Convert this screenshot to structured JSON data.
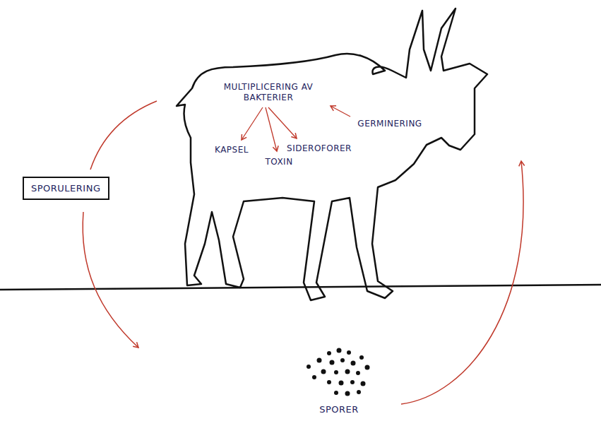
{
  "diagram": {
    "nodes": [
      {
        "text": [
          "MULTIPLICERING AV BAKTERIER",
          "KAPSEL",
          "SIDEROFORER",
          "TOXIN",
          "GERMINERING"
        ]
      },
      {
        "text": [
          "SPORULERING"
        ]
      }
    ],
    "labels": [
      "SPORER"
    ]
  }
}
